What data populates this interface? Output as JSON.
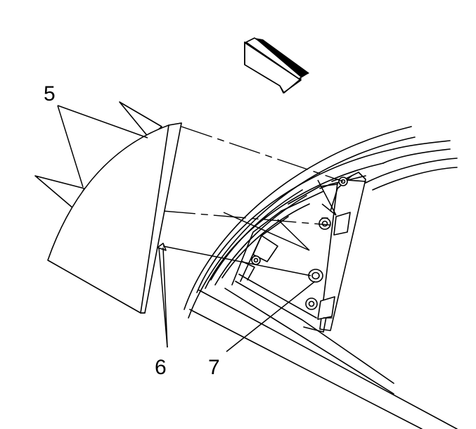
{
  "callouts": {
    "five": "5",
    "six": "6",
    "seven": "7"
  },
  "colors": {
    "line": "#000000",
    "background": "#ffffff"
  }
}
